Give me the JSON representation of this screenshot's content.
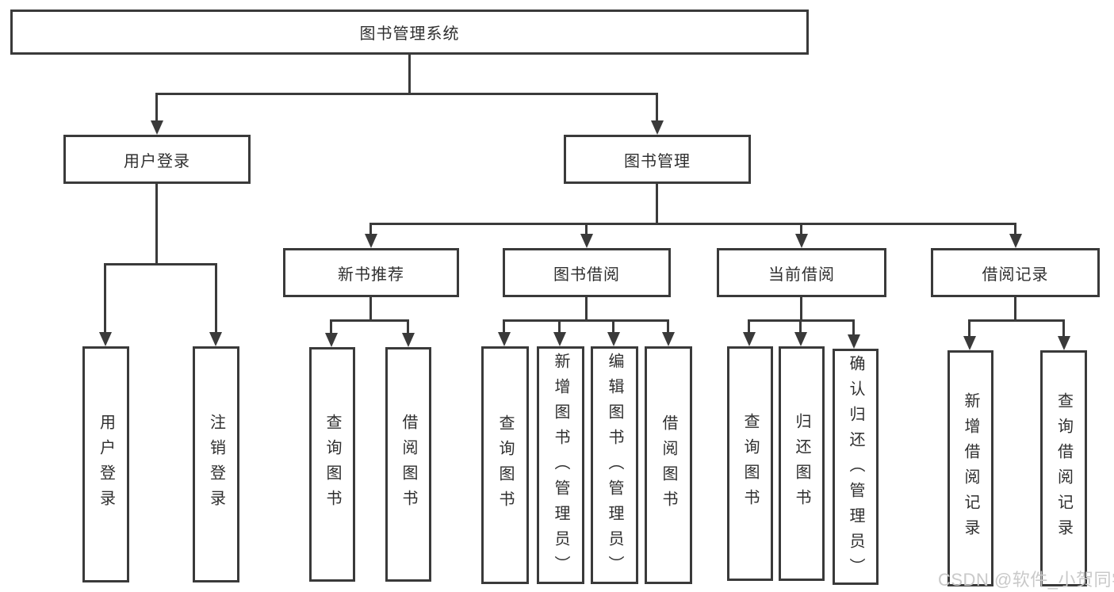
{
  "colors": {
    "line": "#3a3a3a",
    "text": "#2f2f2f",
    "watermark": "#c9c9c9",
    "background": "#ffffff"
  },
  "watermark": {
    "text": "CSDN @软件_小贺同学"
  },
  "tree": {
    "root": {
      "label": "图书管理系统"
    },
    "branches": [
      {
        "label": "用户登录",
        "children": [
          {
            "label": "用户登录"
          },
          {
            "label": "注销登录"
          }
        ]
      },
      {
        "label": "图书管理",
        "children": [
          {
            "label": "新书推荐",
            "children": [
              {
                "label": "查询图书"
              },
              {
                "label": "借阅图书"
              }
            ]
          },
          {
            "label": "图书借阅",
            "children": [
              {
                "label": "查询图书"
              },
              {
                "label": "新增图书（管理员）"
              },
              {
                "label": "编辑图书（管理员）"
              },
              {
                "label": "借阅图书"
              }
            ]
          },
          {
            "label": "当前借阅",
            "children": [
              {
                "label": "查询图书"
              },
              {
                "label": "归还图书"
              },
              {
                "label": "确认归还（管理员）"
              }
            ]
          },
          {
            "label": "借阅记录",
            "children": [
              {
                "label": "新增借阅记录"
              },
              {
                "label": "查询借阅记录"
              }
            ]
          }
        ]
      }
    ]
  }
}
